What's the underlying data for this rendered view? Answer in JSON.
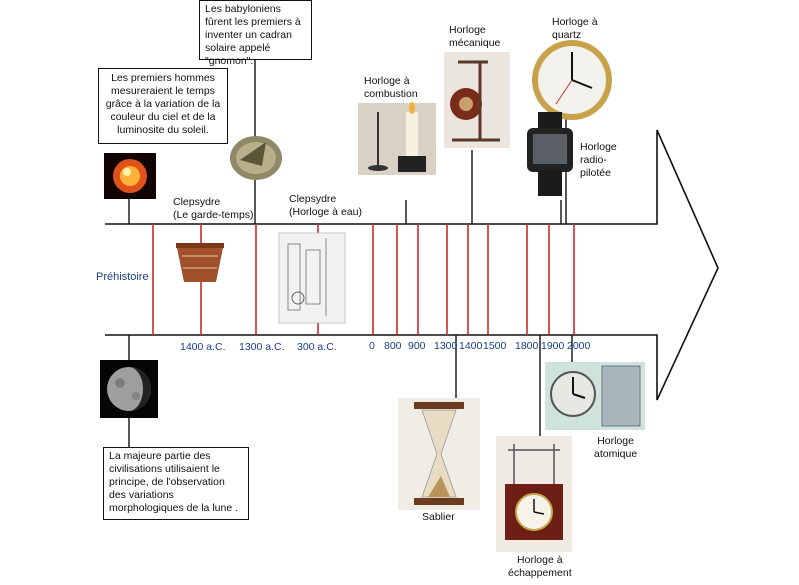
{
  "title": "",
  "era_label": "Préhistoire",
  "dates": [
    {
      "id": "d1400ac",
      "text": "1400 a.C."
    },
    {
      "id": "d1300ac",
      "text": "1300 a.C."
    },
    {
      "id": "d300ac",
      "text": "300 a.C."
    },
    {
      "id": "d0",
      "text": "0"
    },
    {
      "id": "d800",
      "text": "800"
    },
    {
      "id": "d900",
      "text": "900"
    },
    {
      "id": "d1300",
      "text": "1300"
    },
    {
      "id": "d1400",
      "text": "1400"
    },
    {
      "id": "d1500",
      "text": "1500"
    },
    {
      "id": "d1800",
      "text": "1800"
    },
    {
      "id": "d1900",
      "text": "1900"
    },
    {
      "id": "d2000",
      "text": "2000"
    }
  ],
  "notes": {
    "premiers_hommes": "Les premiers hommes mesureraient le temps grâce à la variation de la couleur du ciel et de la luminosite du soleil.",
    "babyloniens": "Les babyloniens fûrent les premiers à inventer un cadran solaire appelé \"gnomon\".",
    "lune": "La majeure partie des civilisations utilisaient le principe, de l'observation des variations morphologiques de la lune ."
  },
  "labels": {
    "clepsydre_garde": "Clepsydre\n(Le garde-temps)",
    "clepsydre_eau": "Clepsydre\n(Horloge à eau)",
    "combustion": "Horloge à\ncombustion",
    "mecanique": "Horloge\nmécanique",
    "quartz": "Horloge à\nquartz",
    "radio": "Horloge\nradio-\npilotée",
    "atomique": "Horloge\natomique",
    "sablier": "Sablier",
    "echappement": "Horloge à\néchappement"
  },
  "colors": {
    "axis": "#111111",
    "ticks": "#cc2a2a",
    "dates": "#1c3f8c"
  }
}
